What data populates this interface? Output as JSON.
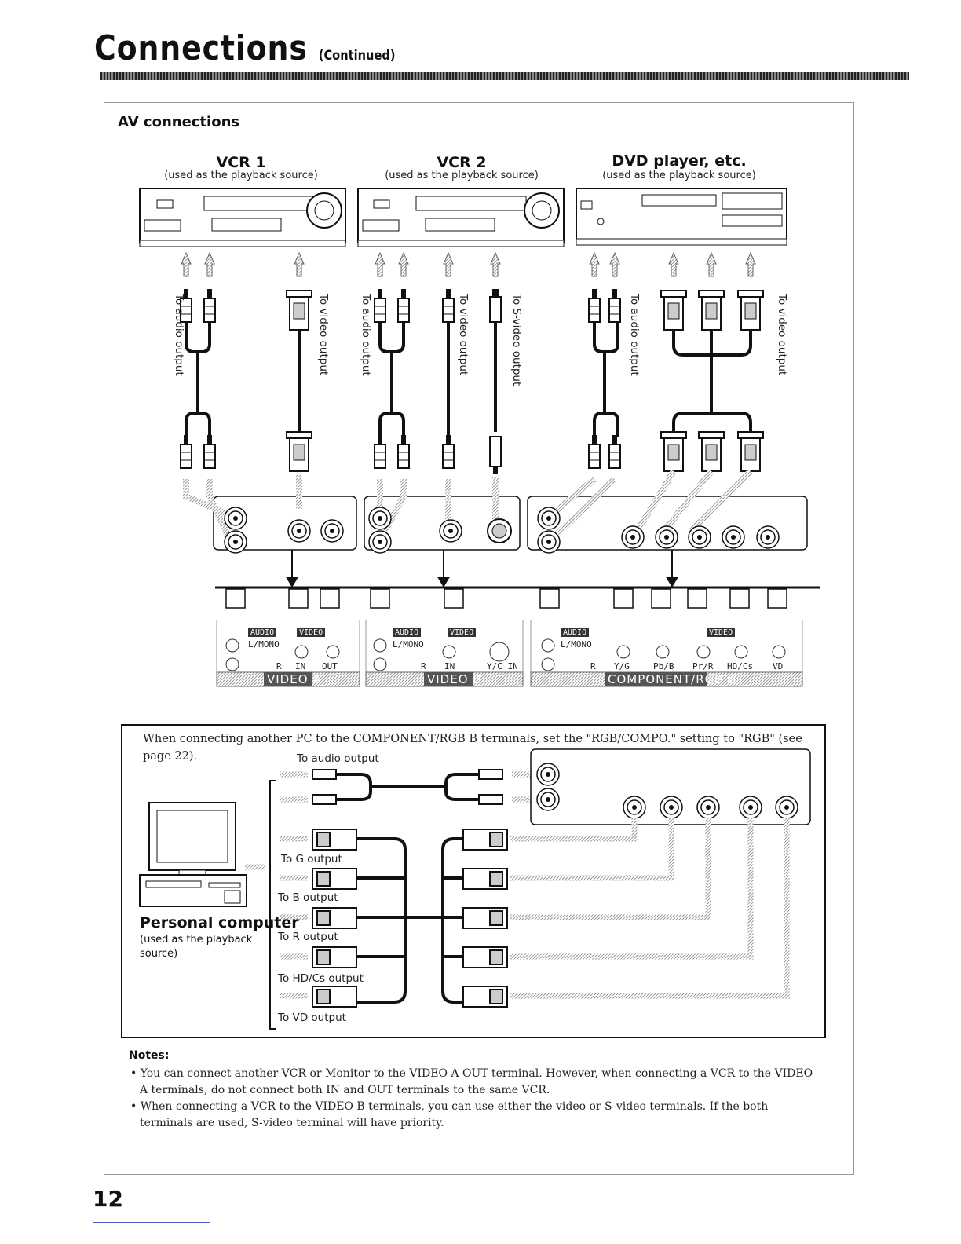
{
  "header": {
    "title": "Connections",
    "subtitle": "(Continued)"
  },
  "section_title": "AV connections",
  "devices": [
    {
      "name": "VCR 1",
      "sub": "(used as the playback source)"
    },
    {
      "name": "VCR 2",
      "sub": "(used as the playback source)"
    },
    {
      "name": "DVD player, etc.",
      "sub": "(used as the playback source)"
    }
  ],
  "cable_labels": {
    "audio": "To audio output",
    "video": "To video output",
    "svideo": "To S-video output"
  },
  "panel": {
    "audio": "AUDIO",
    "video": "VIDEO",
    "lmono": "L/MONO",
    "r": "R",
    "in": "IN",
    "out": "OUT",
    "yc_in": "Y/C IN",
    "yg": "Y/G",
    "pbb": "Pb/B",
    "prr": "Pr/R",
    "hdcs": "HD/Cs",
    "vd": "VD",
    "bar_a": "VIDEO A",
    "bar_b": "VIDEO B",
    "bar_c": "COMPONENT/RGB B"
  },
  "pc_section": {
    "note": "When connecting another PC to the COMPONENT/RGB B terminals, set the \"RGB/COMPO.\" setting to \"RGB\" (see page 22).",
    "name": "Personal computer",
    "sub": "(used as the playback source)",
    "labels": {
      "audio": "To audio output",
      "g": "To G output",
      "b": "To B output",
      "r": "To R output",
      "hdcs": "To HD/Cs output",
      "vd": "To  VD output"
    }
  },
  "notes": {
    "heading": "Notes:",
    "items": [
      "You can connect another VCR or Monitor to the VIDEO A OUT terminal. However, when connecting a VCR to the VIDEO A terminals, do not connect both IN and OUT terminals to the same VCR.",
      "When connecting a VCR to the VIDEO B terminals, you can use either the video or S-video terminals. If the both terminals are used, S-video terminal will have priority."
    ]
  },
  "page_number": "12"
}
